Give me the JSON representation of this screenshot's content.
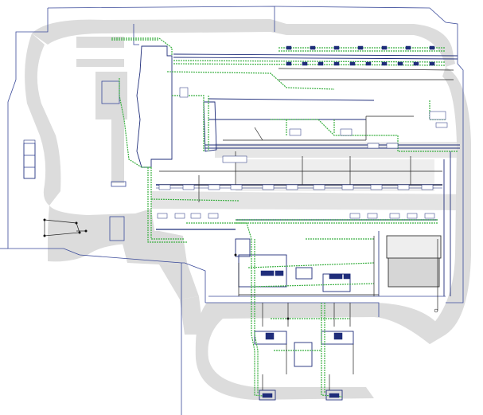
{
  "drawing": {
    "kind": "site-plan",
    "colors": {
      "background": "#ffffff",
      "road": "#d9d9d9",
      "boundary": "#3a4a9a",
      "buildings": "#1f2d7a",
      "green_route": "#3cb043",
      "green_fill": "#c9e9c0",
      "dark": "#222222"
    },
    "icons": [
      "parking-bays",
      "equipment-blocks",
      "section-marks"
    ]
  }
}
